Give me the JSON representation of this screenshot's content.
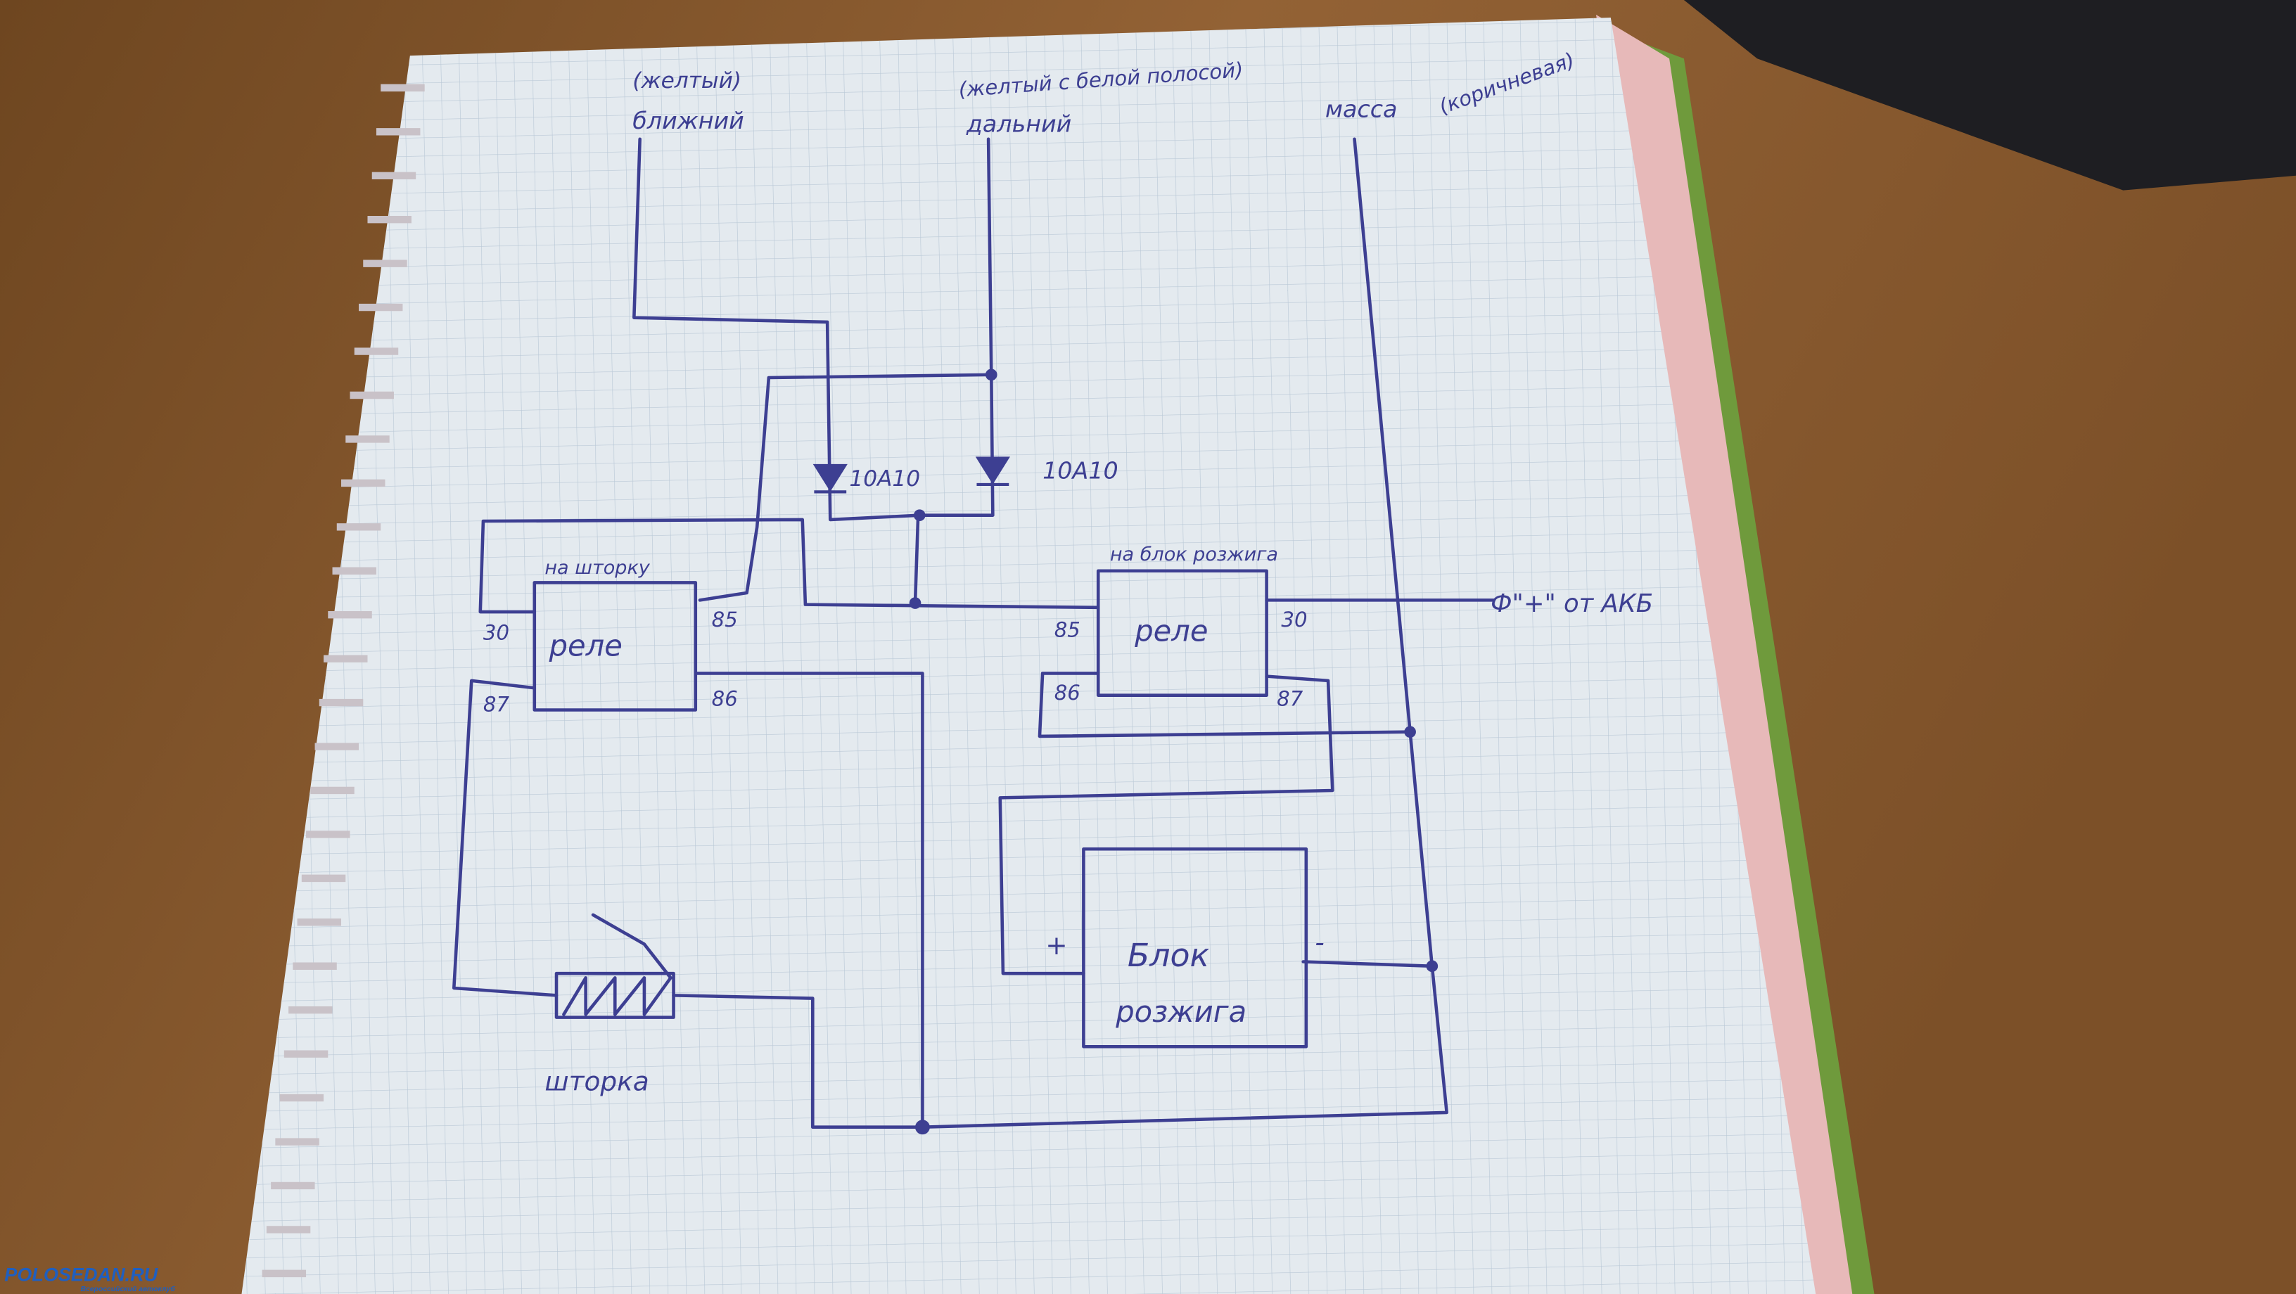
{
  "wires": {
    "low_beam_label": "ближний",
    "low_beam_color": "(желтый)",
    "high_beam_label": "дальний",
    "high_beam_color": "(желтый с белой полосой)",
    "ground_label": "масса",
    "ground_color": "(коричневая)",
    "battery_label": "Ф\"+\" от АКБ"
  },
  "diodes": [
    {
      "label": "10А10"
    },
    {
      "label": "10А10"
    }
  ],
  "relay_left": {
    "caption": "на шторку",
    "label": "реле",
    "pins": {
      "p30": "30",
      "p85": "85",
      "p87": "87",
      "p86": "86"
    }
  },
  "relay_right": {
    "caption": "на блок розжига",
    "label": "реле",
    "pins": {
      "p85": "85",
      "p30": "30",
      "p86": "86",
      "p87": "87"
    }
  },
  "ignition_unit": {
    "line1": "Блок",
    "line2": "розжига",
    "plus": "+",
    "minus": "-"
  },
  "shutter": {
    "label": "шторка"
  },
  "watermark": {
    "brand": "POLOSEDAN.RU",
    "tagline": "Всероссийский автоклуб"
  },
  "colors": {
    "ink": "#3d3f92",
    "paper": "#e4eaef",
    "wood": "#8a5a2c",
    "watermark": "#1f5fc0"
  }
}
